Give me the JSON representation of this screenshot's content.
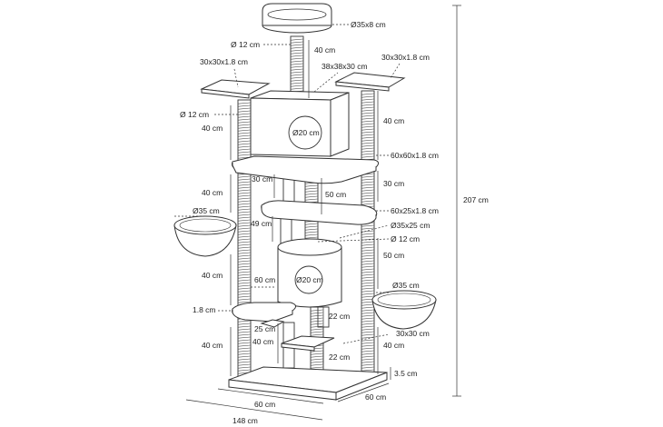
{
  "diagram": {
    "labels": {
      "top_bed_diameter": "Ø35x8 cm",
      "top_post_diameter": "Ø 12 cm",
      "top_post_height": "40 cm",
      "left_perch_size": "30x30x1.8 cm",
      "condo_size": "38x38x30 cm",
      "right_perch_size": "30x30x1.8 cm",
      "left_post_diameter": "Ø 12 cm",
      "left_upper_post_height": "40 cm",
      "right_upper_post_height": "40 cm",
      "condo_hole": "Ø20 cm",
      "main_platform_size": "60x60x1.8 cm",
      "small_post_height": "30 cm",
      "center_post_height": "50 cm",
      "left_mid_post_height": "40 cm",
      "right_mid_post_height": "30 cm",
      "left_basket": "Ø35 cm",
      "middle_platform_size": "60x25x1.8 cm",
      "lower_gap_height": "49 cm",
      "middle_basket_size": "Ø35x25 cm",
      "middle_post_diameter": "Ø 12 cm",
      "right_lower_post_height": "50 cm",
      "left_lower_post_height": "40 cm",
      "lower_step_width": "60 cm",
      "lower_condo_hole": "Ø20 cm",
      "right_basket": "Ø35 cm",
      "board_thickness": "1.8 cm",
      "lower_post_height_a": "22 cm",
      "lower_post_height_b": "25 cm",
      "lower_post_height_c": "40 cm",
      "base_left_post_height": "40 cm",
      "bottom_perch_size": "30x30 cm",
      "base_right_post_height": "40 cm",
      "bottom_post_height": "22 cm",
      "base_thickness": "3.5 cm",
      "base_width": "60 cm",
      "base_depth": "60 cm",
      "total_width": "148 cm",
      "total_height": "207 cm"
    }
  }
}
